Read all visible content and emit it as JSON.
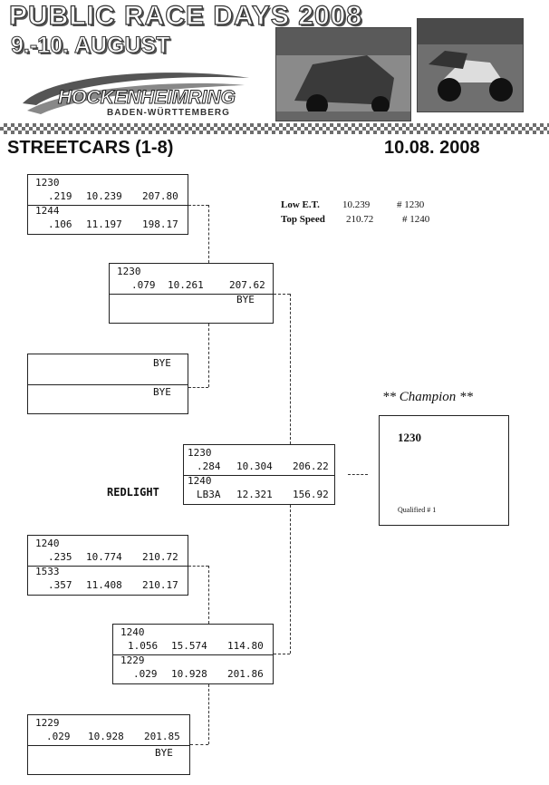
{
  "header": {
    "title": "PUBLIC RACE DAYS 2008",
    "dates": "9.-10. AUGUST",
    "logo_name": "HOCKENHEIMRING",
    "logo_region": "BADEN-WÜRTTEMBERG"
  },
  "section": {
    "class_title": "STREETCARS (1-8)",
    "date": "10.08. 2008"
  },
  "stats": {
    "low_et_label": "Low E.T.",
    "low_et_value": "10.239",
    "low_et_car": "# 1230",
    "top_speed_label": "Top Speed",
    "top_speed_value": "210.72",
    "top_speed_car": "# 1240"
  },
  "round1": [
    {
      "top": {
        "id": "1230",
        "rt": ".219",
        "et": "10.239",
        "mph": "207.80"
      },
      "bottom": {
        "id": "1244",
        "rt": ".106",
        "et": "11.197",
        "mph": "198.17"
      }
    },
    {
      "top": {
        "id": "",
        "rt": "",
        "et": "",
        "mph": "",
        "bye": "BYE"
      },
      "bottom": {
        "id": "",
        "rt": "",
        "et": "",
        "mph": "",
        "bye": "BYE"
      }
    },
    {
      "top": {
        "id": "1240",
        "rt": ".235",
        "et": "10.774",
        "mph": "210.72"
      },
      "bottom": {
        "id": "1533",
        "rt": ".357",
        "et": "11.408",
        "mph": "210.17"
      }
    },
    {
      "top": {
        "id": "1229",
        "rt": ".029",
        "et": "10.928",
        "mph": "201.85"
      },
      "bottom": {
        "id": "",
        "rt": "",
        "et": "",
        "mph": "",
        "bye": "BYE"
      }
    }
  ],
  "round2": [
    {
      "top": {
        "id": "1230",
        "rt": ".079",
        "et": "10.261",
        "mph": "207.62"
      },
      "bottom": {
        "id": "",
        "rt": "",
        "et": "",
        "mph": "",
        "bye": "BYE"
      }
    },
    {
      "top": {
        "id": "1240",
        "rt": "1.056",
        "et": "15.574",
        "mph": "114.80"
      },
      "bottom": {
        "id": "1229",
        "rt": ".029",
        "et": "10.928",
        "mph": "201.86"
      }
    }
  ],
  "final": {
    "top": {
      "id": "1230",
      "rt": ".284",
      "et": "10.304",
      "mph": "206.22"
    },
    "bottom": {
      "id": "1240",
      "rt": "LB3A",
      "et": "12.321",
      "mph": "156.92"
    },
    "redlight_label": "REDLIGHT"
  },
  "champion": {
    "title": "** Champion **",
    "id": "1230",
    "qualified": "Qualified # 1"
  }
}
